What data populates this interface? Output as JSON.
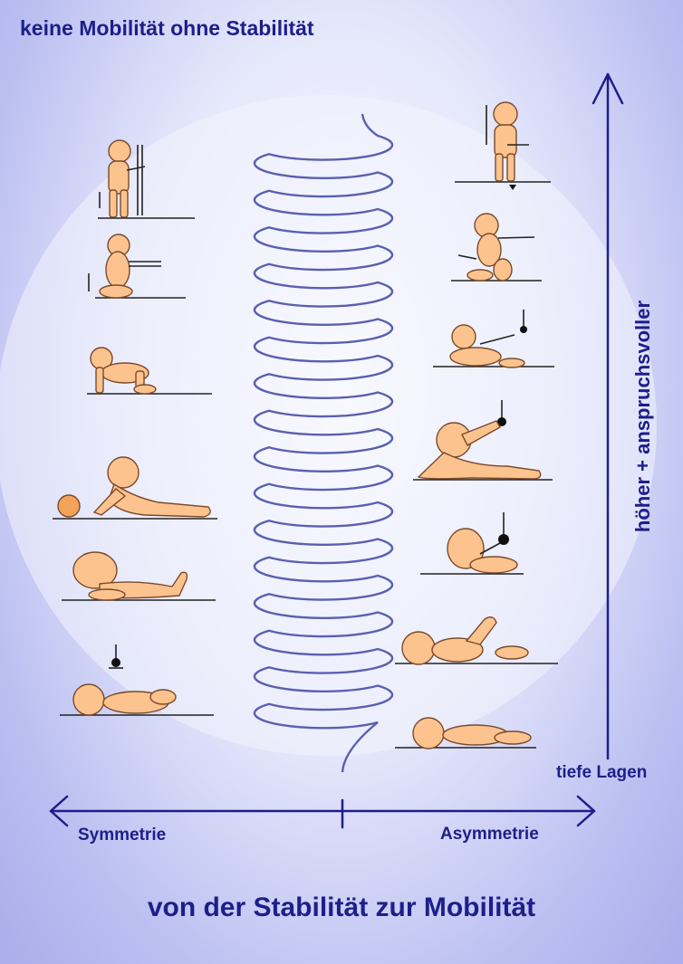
{
  "title_top": "keine Mobilität ohne Stabilität",
  "title_bottom": "von der Stabilität zur Mobilität",
  "vertical_axis_label": "höher + anspruchsvoller",
  "vertical_axis_start": "tiefe Lagen",
  "horizontal_left_label": "Symmetrie",
  "horizontal_right_label": "Asymmetrie",
  "colors": {
    "text": "#1c1f8a",
    "arrow": "#1c1f8a",
    "spiral": "#5a5fb0",
    "skin": "#fcc38f"
  }
}
